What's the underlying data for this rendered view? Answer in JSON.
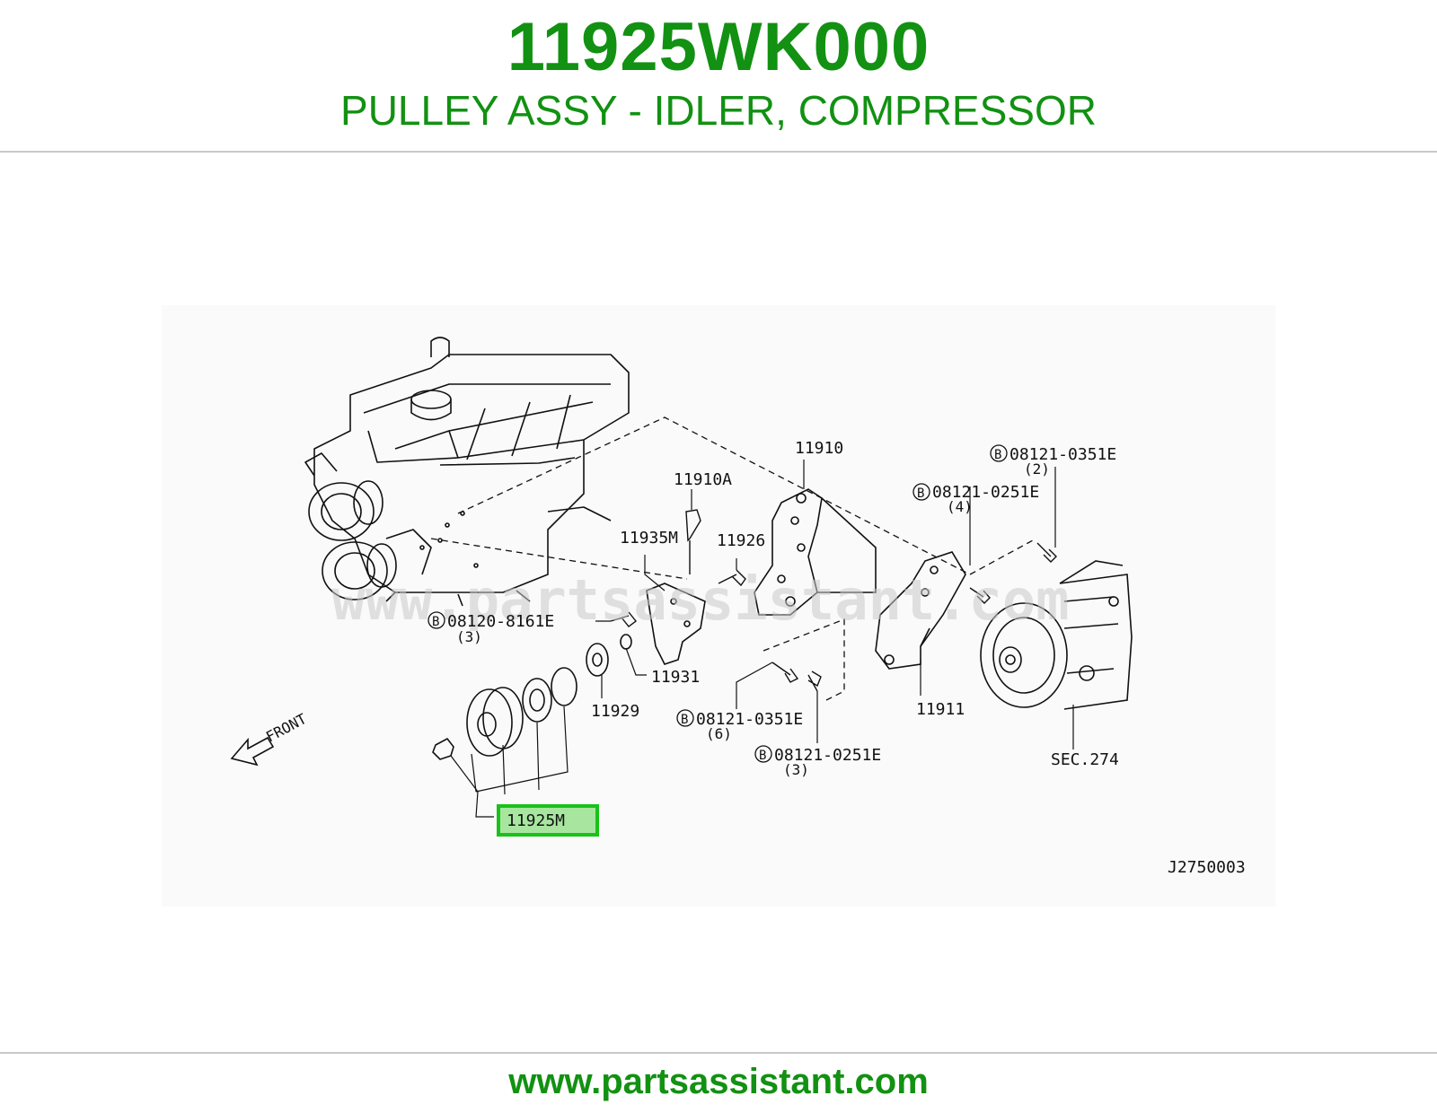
{
  "header": {
    "part_number": "11925WK000",
    "description": "PULLEY ASSY - IDLER, COMPRESSOR"
  },
  "diagram": {
    "callouts": {
      "c11910": "11910",
      "c11910a": "11910A",
      "c11935m": "11935M",
      "c11926": "11926",
      "c08120_8161e": "08120-8161E",
      "c08120_8161e_qty": "(3)",
      "c11931": "11931",
      "c11929": "11929",
      "c08121_0351e_top": "08121-0351E",
      "c08121_0351e_top_qty": "(2)",
      "c08121_0251e_top": "08121-0251E",
      "c08121_0251e_top_qty": "(4)",
      "c11911": "11911",
      "c08121_0351e_bot": "08121-0351E",
      "c08121_0351e_bot_qty": "(6)",
      "c08121_0251e_bot": "08121-0251E",
      "c08121_0251e_bot_qty": "(3)",
      "sec274": "SEC.274",
      "front": "FRONT",
      "highlight": "11925M",
      "drawing_id": "J2750003"
    },
    "bolt_marker": "B",
    "watermark": "www.partsassistant.com"
  },
  "footer": {
    "url": "www.partsassistant.com"
  },
  "colors": {
    "brand_green": "#129112",
    "highlight_fill": "#a8e6a0",
    "highlight_border": "#19c219"
  }
}
